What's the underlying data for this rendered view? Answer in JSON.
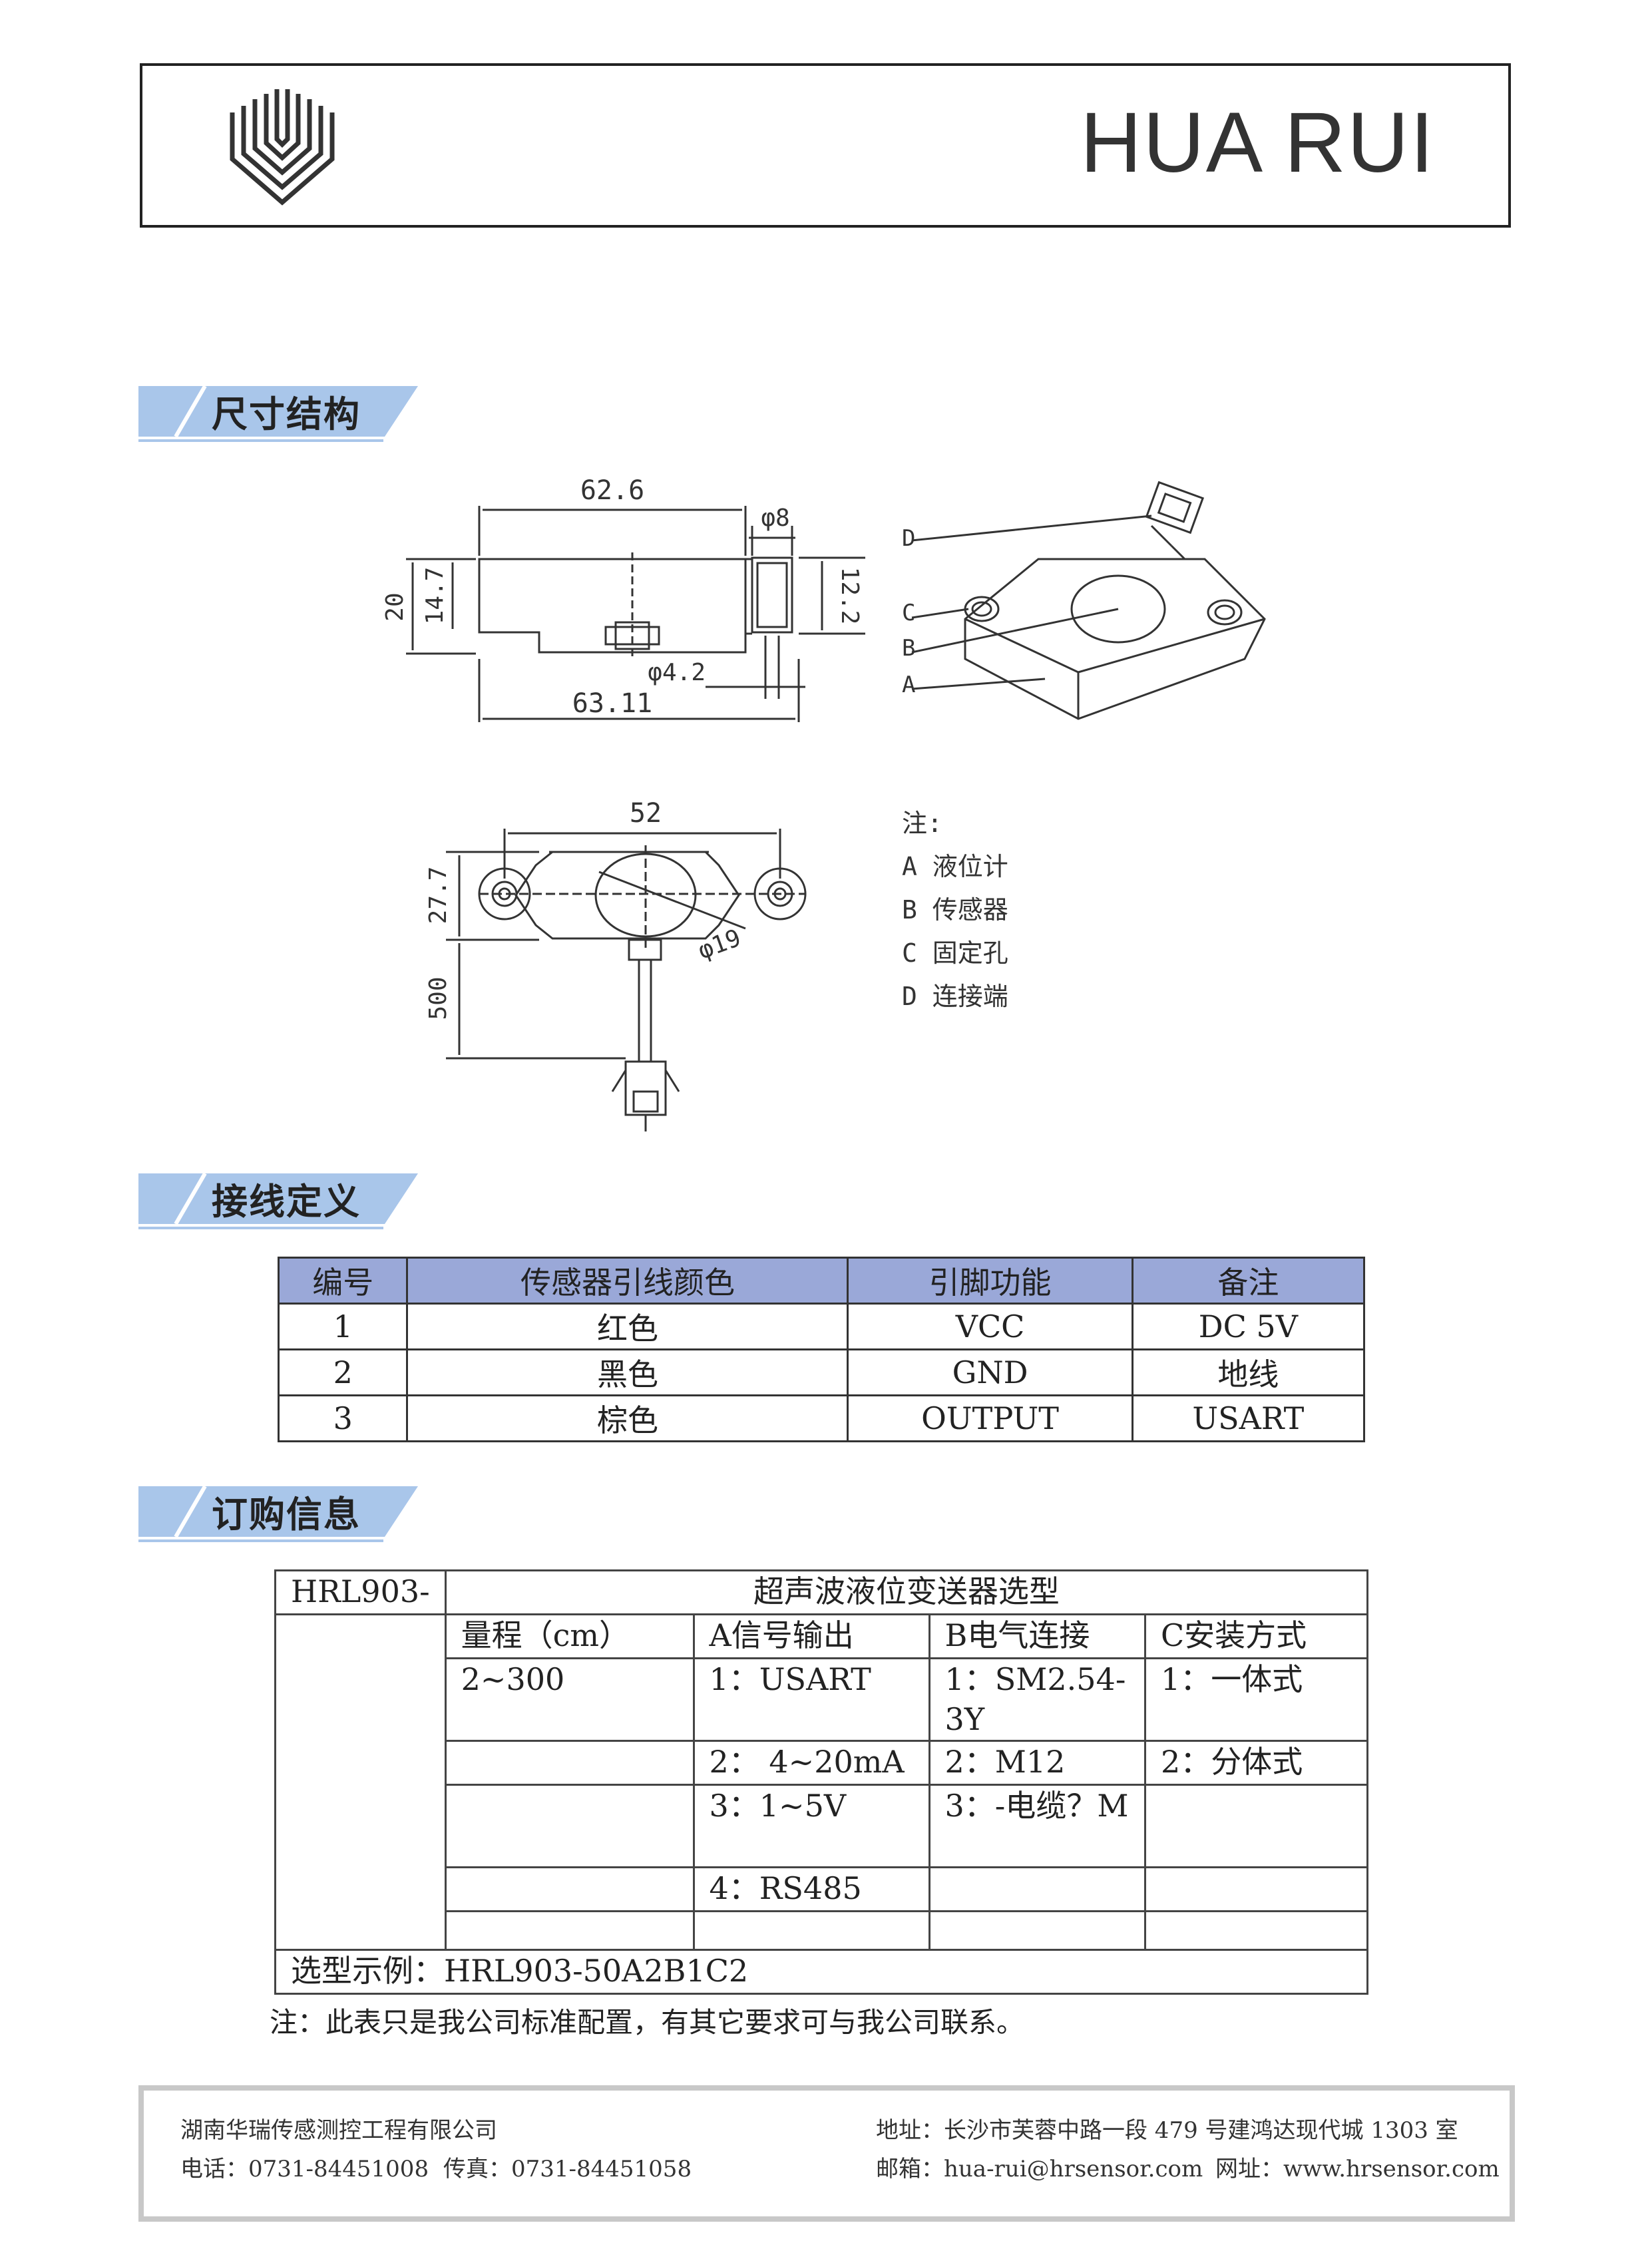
{
  "header": {
    "brand": "HUA RUI"
  },
  "sections": {
    "dimensions": "尺寸结构",
    "wiring": "接线定义",
    "ordering": "订购信息"
  },
  "drawing": {
    "dims": {
      "w_top": "62.6",
      "phi8": "φ8",
      "h20": "20",
      "h14_7": "14.7",
      "h12_2": "12.2",
      "phi4_2": "φ4.2",
      "w_bottom": "63.11",
      "w52": "52",
      "h27_7": "27.7",
      "phi19": "φ19",
      "l500": "500"
    },
    "iso_labels": [
      "D",
      "C",
      "B",
      "A"
    ],
    "legend": {
      "title": "注:",
      "items": [
        "A 液位计",
        "B 传感器",
        "C 固定孔",
        "D 连接端"
      ]
    }
  },
  "wiring_table": {
    "headers": [
      "编号",
      "传感器引线颜色",
      "引脚功能",
      "备注"
    ],
    "rows": [
      [
        "1",
        "红色",
        "VCC",
        "DC 5V"
      ],
      [
        "2",
        "黑色",
        "GND",
        "地线"
      ],
      [
        "3",
        "棕色",
        "OUTPUT",
        "USART"
      ]
    ]
  },
  "order_table": {
    "model": "HRL903-",
    "title": "超声波液位变送器选型",
    "headers": [
      "量程（cm）",
      "A信号输出",
      "B电气连接",
      "C安装方式"
    ],
    "rows": [
      [
        "2~300",
        "1：USART",
        "1：SM2.54-3Y",
        "1：一体式"
      ],
      [
        "",
        "2： 4~20mA",
        "2：M12",
        "2：分体式"
      ],
      [
        "",
        "3：1~5V",
        "3：-电缆？M",
        ""
      ],
      [
        "",
        "4：RS485",
        "",
        ""
      ],
      [
        "",
        "",
        "",
        ""
      ]
    ],
    "example": "选型示例：HRL903-50A2B1C2"
  },
  "note": "注：此表只是我公司标准配置，有其它要求可与我公司联系。",
  "footer": {
    "company": "湖南华瑞传感测控工程有限公司",
    "address": "地址：长沙市芙蓉中路一段 479 号建鸿达现代城 1303 室",
    "phone": "电话：0731-84451008",
    "fax": "传真：0731-84451058",
    "email": "邮箱：hua-rui@hrsensor.com",
    "website": "网址：www.hrsensor.com"
  },
  "colors": {
    "banner": "#a9c6ea",
    "table_header": "#9aa8d8",
    "footer_border": "#c8c8c8"
  }
}
